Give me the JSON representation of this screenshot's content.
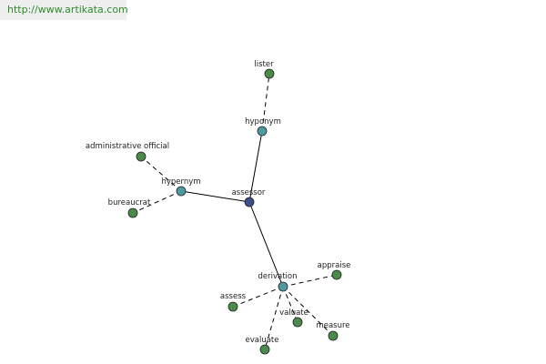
{
  "site_url": "http://www.artikata.com",
  "colors": {
    "center": "#3d4f8a",
    "relation": "#4f9aa0",
    "word": "#4a8a4a"
  },
  "nodes": {
    "assessor": "assessor",
    "hyponym": "hyponym",
    "lister": "lister",
    "hypernym": "hypernym",
    "administrative_official": "administrative official",
    "bureaucrat": "bureaucrat",
    "derivation": "derivation",
    "appraise": "appraise",
    "assess": "assess",
    "valuate": "valuate",
    "measure": "measure",
    "evaluate": "evaluate"
  }
}
